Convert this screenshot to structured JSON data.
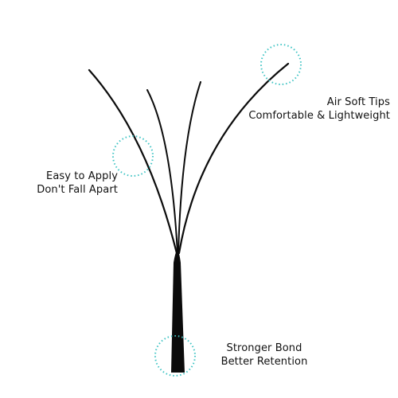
{
  "callouts": {
    "tips": {
      "line1": "Air Soft Tips",
      "line2": "Comfortable & Lightweight"
    },
    "apply": {
      "line1": "Easy to Apply",
      "line2": "Don't Fall Apart"
    },
    "bond": {
      "line1": "Stronger Bond",
      "line2": "Better Retention"
    }
  },
  "colors": {
    "lash": "#0b0b0b",
    "highlight_circle": "#3fc4c4",
    "text": "#111111",
    "background": "#ffffff"
  }
}
